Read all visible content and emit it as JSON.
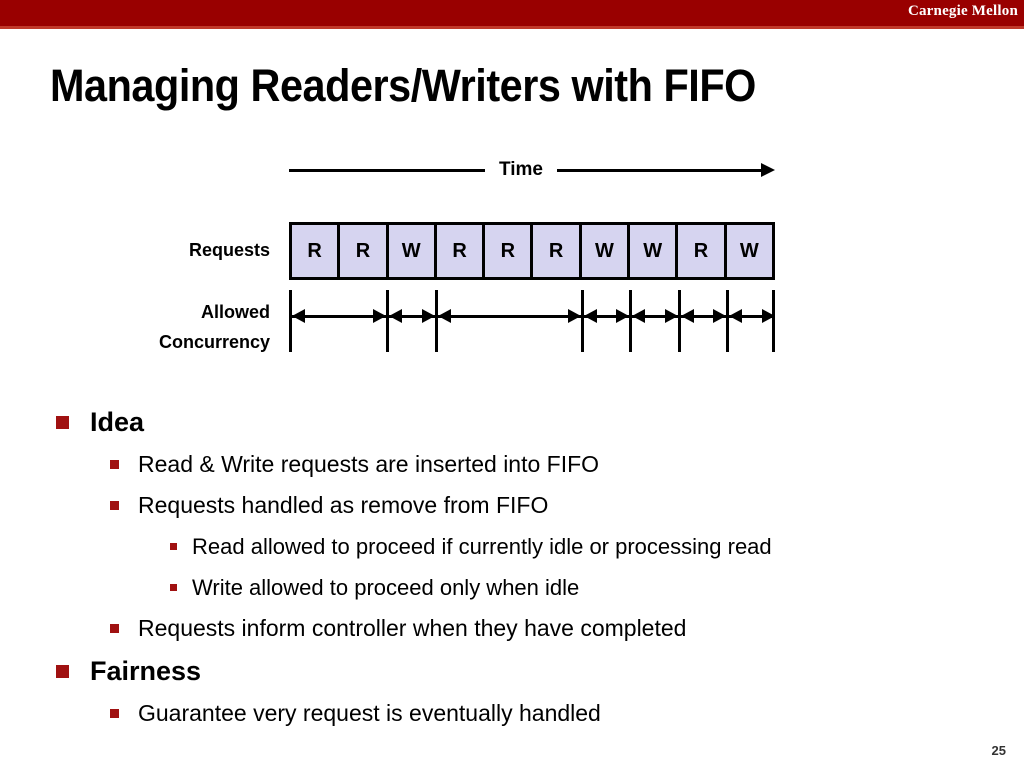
{
  "banner": {
    "brand": "Carnegie Mellon",
    "bar_color": "#990000",
    "underline_color": "#c0392b"
  },
  "title": "Managing Readers/Writers with FIFO",
  "diagram": {
    "time_label": "Time",
    "requests_label": "Requests",
    "allowed_label_line1": "Allowed",
    "allowed_label_line2": "Concurrency",
    "cell_fill_color": "#d6d4f0",
    "queue": [
      "R",
      "R",
      "W",
      "R",
      "R",
      "R",
      "W",
      "W",
      "R",
      "W"
    ],
    "concurrency_boundaries": [
      0,
      2,
      3,
      6,
      7,
      8,
      9,
      10
    ],
    "concurrency_spans": [
      {
        "from": 0,
        "to": 2
      },
      {
        "from": 2,
        "to": 3
      },
      {
        "from": 3,
        "to": 6
      },
      {
        "from": 6,
        "to": 7
      },
      {
        "from": 7,
        "to": 8
      },
      {
        "from": 8,
        "to": 9
      },
      {
        "from": 9,
        "to": 10
      }
    ]
  },
  "bullets": [
    {
      "level": 1,
      "text": "Idea"
    },
    {
      "level": 2,
      "text": "Read & Write requests are inserted into FIFO"
    },
    {
      "level": 2,
      "text": "Requests handled as remove from FIFO"
    },
    {
      "level": 3,
      "text": "Read allowed to proceed if currently idle or processing read"
    },
    {
      "level": 3,
      "text": "Write allowed to proceed only when idle"
    },
    {
      "level": 2,
      "text": "Requests inform controller when they have completed"
    },
    {
      "level": 1,
      "text": "Fairness"
    },
    {
      "level": 2,
      "text": "Guarantee very request is eventually handled"
    }
  ],
  "bullet_color": "#a01111",
  "page_number": "25"
}
